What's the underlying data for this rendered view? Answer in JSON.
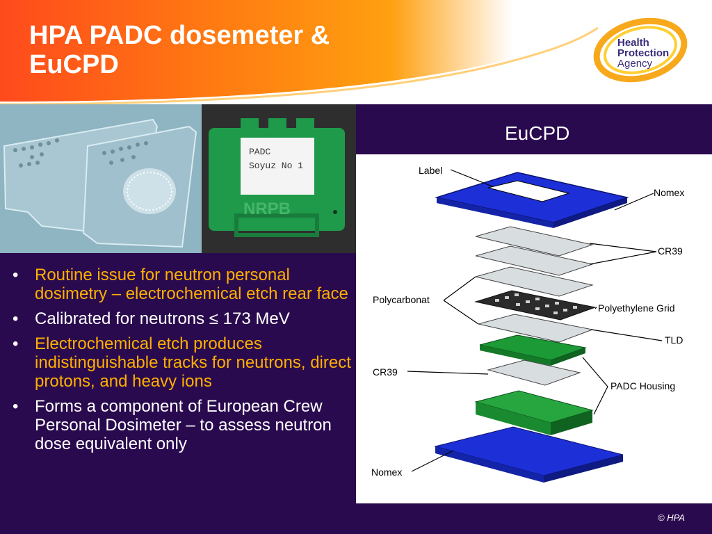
{
  "title": "HPA PADC dosemeter & EuCPD",
  "logo": {
    "line1": "Health",
    "line2": "Protection",
    "line3": "Agency"
  },
  "photo": {
    "card_line1": "PADC",
    "card_line2": "Soyuz No 1",
    "holder_mark": "NRPB"
  },
  "eucpd_label": "EuCPD",
  "diagram_labels": {
    "label": "Label",
    "nomex_top": "Nomex",
    "cr39_right": "CR39",
    "polycarbonat": "Polycarbonat",
    "polyethylene_grid": "Polyethylene Grid",
    "tld": "TLD",
    "cr39_left": "CR39",
    "padc_housing": "PADC Housing",
    "nomex_bottom": "Nomex"
  },
  "bullets": [
    {
      "text": "Routine issue for neutron personal dosimetry – electrochemical etch rear face",
      "color": "#ffb000"
    },
    {
      "text": "Calibrated for neutrons ≤ 173 MeV",
      "color": "#ffffff"
    },
    {
      "text": "Electrochemical etch produces indistinguishable tracks for neutrons, direct protons, and heavy ions",
      "color": "#ffb000"
    },
    {
      "text": "Forms a component of European Crew Personal Dosimeter – to assess neutron dose equivalent only",
      "color": "#ffffff"
    }
  ],
  "copyright": "© HPA"
}
